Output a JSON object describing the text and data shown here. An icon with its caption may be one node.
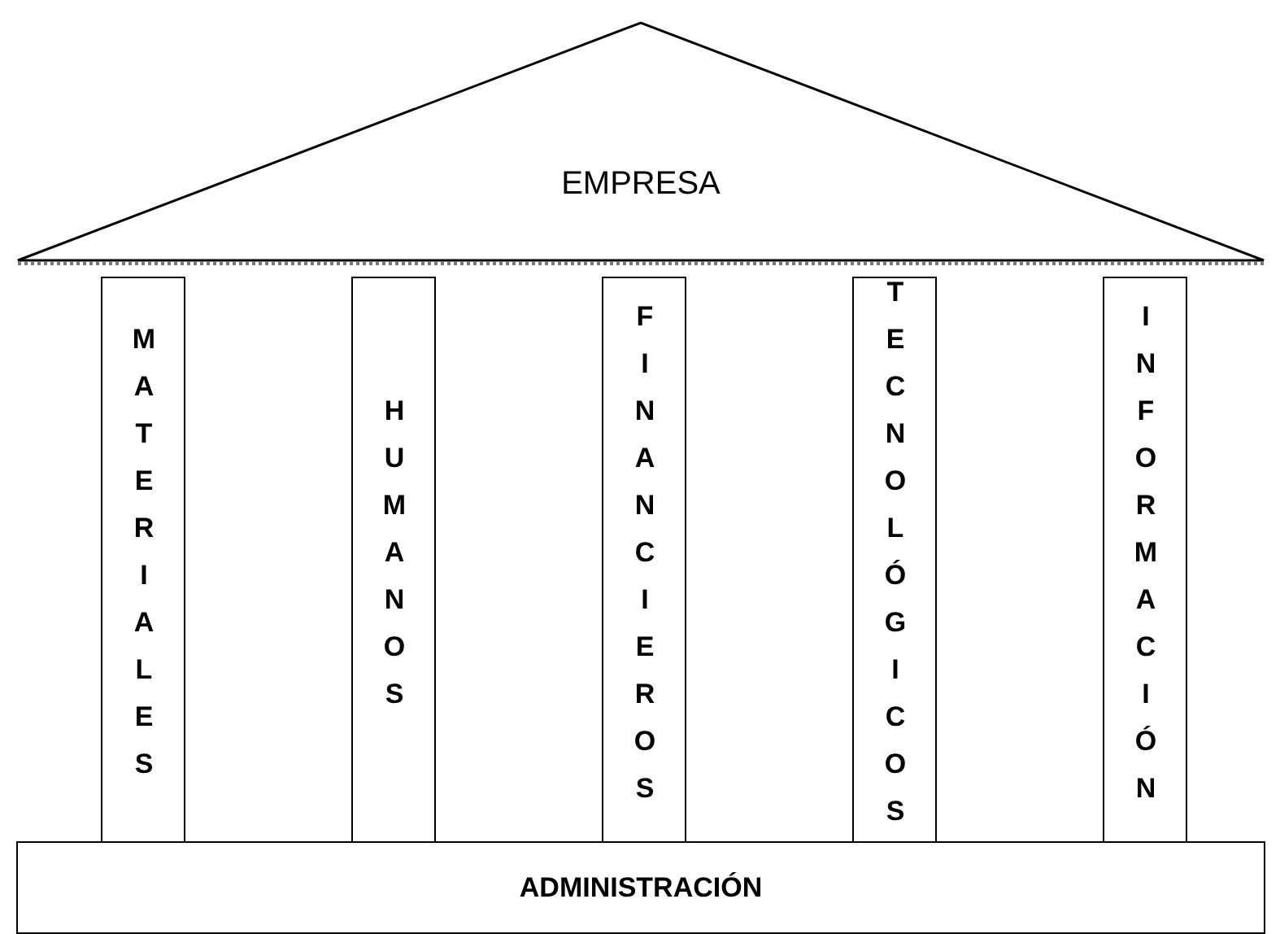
{
  "diagram": {
    "nodes": [
      {
        "text": [
          "EMPRESA"
        ]
      },
      {
        "text": [
          "MATERIALES"
        ]
      },
      {
        "text": [
          "HUMANOS"
        ]
      },
      {
        "text": [
          "FINANCIEROS"
        ]
      },
      {
        "text": [
          "TECNOLÓGICOS"
        ]
      },
      {
        "text": [
          "INFORMACIÓN"
        ]
      },
      {
        "text": [
          "ADMINISTRACIÓN"
        ]
      }
    ]
  }
}
